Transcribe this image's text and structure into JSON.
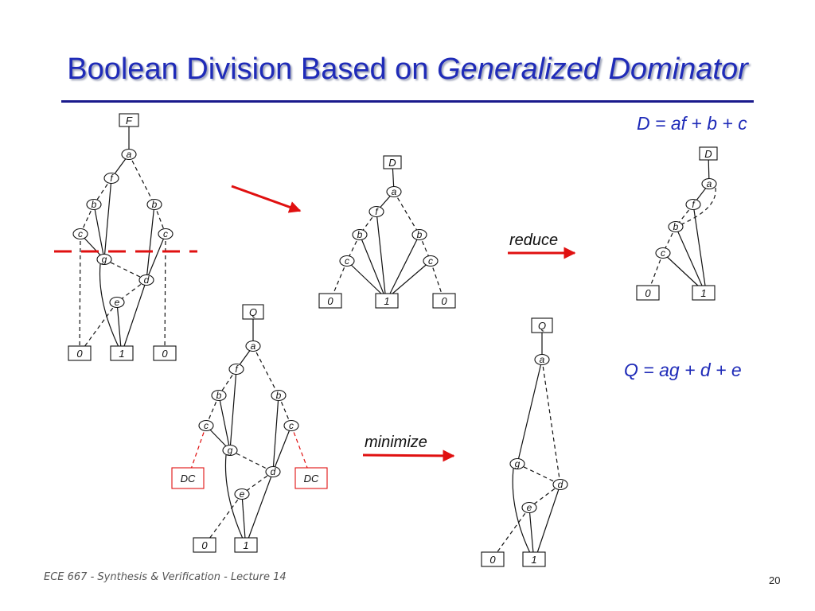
{
  "title": {
    "main": "Boolean Division Based on ",
    "emphasis": "Generalized Dominator"
  },
  "formulas": {
    "d": "D = af + b + c",
    "q": "Q = ag + d + e"
  },
  "operations": {
    "reduce": "reduce",
    "minimize": "minimize"
  },
  "footer": "ECE 667 - Synthesis & Verification - Lecture 14",
  "page_number": "20",
  "colors": {
    "title": "#1f2bb8",
    "arrow": "#e01010",
    "dc_border": "#e01010",
    "cut_line": "#e01010"
  },
  "diagrams": {
    "f_bdd": {
      "root": "F",
      "nodes": [
        "a",
        "f",
        "b",
        "b",
        "c",
        "c",
        "g",
        "d",
        "e"
      ],
      "terminals": [
        "0",
        "1",
        "0"
      ]
    },
    "d_bdd": {
      "root": "D",
      "nodes": [
        "a",
        "f",
        "b",
        "b",
        "c",
        "c"
      ],
      "terminals": [
        "0",
        "1",
        "0"
      ]
    },
    "d_reduced": {
      "root": "D",
      "nodes": [
        "a",
        "f",
        "b",
        "c"
      ],
      "terminals": [
        "0",
        "1"
      ]
    },
    "q_bdd": {
      "root": "Q",
      "nodes": [
        "a",
        "f",
        "b",
        "b",
        "c",
        "c",
        "g",
        "d",
        "e"
      ],
      "terminals": [
        "DC",
        "DC",
        "0",
        "1"
      ]
    },
    "q_minimized": {
      "root": "Q",
      "nodes": [
        "a",
        "g",
        "d",
        "e"
      ],
      "terminals": [
        "0",
        "1"
      ]
    }
  }
}
